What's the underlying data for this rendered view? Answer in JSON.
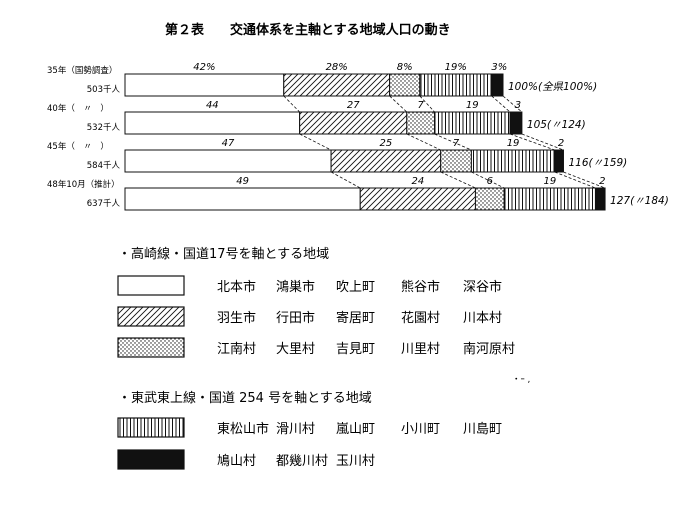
{
  "title": "第２表　　交通体系を主軸とする地域人口の動き",
  "rows": [
    {
      "year": "35年（国勢調査）",
      "pop": "503千人",
      "total_label": "100%(全県100%)",
      "value_labels": [
        "42%",
        "28%",
        "8%",
        "19%",
        "3%"
      ]
    },
    {
      "year": "40年（　〃　）",
      "pop": "532千人",
      "total_label": "105(〃124)",
      "value_labels": [
        "44",
        "27",
        "7",
        "19",
        "3"
      ]
    },
    {
      "year": "45年（　〃　）",
      "pop": "584千人",
      "total_label": "116(〃159)",
      "value_labels": [
        "47",
        "25",
        "7",
        "19",
        "2"
      ]
    },
    {
      "year": "48年10月（推計）",
      "pop": "637千人",
      "total_label": "127(〃184)",
      "value_labels": [
        "49",
        "24",
        "6",
        "19",
        "2"
      ]
    }
  ],
  "chart_data": {
    "type": "bar",
    "stacked": true,
    "orientation": "horizontal",
    "title": "第２表　　交通体系を主軸とする地域人口の動き",
    "categories": [
      "35年（国勢調査）503千人",
      "40年（〃）532千人",
      "45年（〃）584千人",
      "48年10月（推計）637千人"
    ],
    "population_thousands": [
      503,
      532,
      584,
      637
    ],
    "index_region": [
      100,
      105,
      116,
      127
    ],
    "index_prefecture": [
      100,
      124,
      159,
      184
    ],
    "series": [
      {
        "key": "white",
        "values": [
          42,
          44,
          47,
          49
        ]
      },
      {
        "key": "diagonal",
        "values": [
          28,
          27,
          25,
          24
        ]
      },
      {
        "key": "dots",
        "values": [
          8,
          7,
          7,
          6
        ]
      },
      {
        "key": "vertical",
        "values": [
          19,
          19,
          19,
          19
        ]
      },
      {
        "key": "black",
        "values": [
          3,
          3,
          2,
          2
        ]
      }
    ],
    "unit": "%"
  },
  "legend": {
    "group1_title": "・高崎線・国道17号を軸とする地域",
    "group2_title": "・東武東上線・国道 254 号を軸とする地域",
    "mark": "・ｰ ‚",
    "items": [
      {
        "pattern": "white",
        "cities": [
          "北本市",
          "鴻巣市",
          "吹上町",
          "熊谷市",
          "深谷市"
        ]
      },
      {
        "pattern": "diagonal",
        "cities": [
          "羽生市",
          "行田市",
          "寄居町",
          "花園村",
          "川本村"
        ]
      },
      {
        "pattern": "dots",
        "cities": [
          "江南村",
          "大里村",
          "吉見町",
          "川里村",
          "南河原村"
        ]
      },
      {
        "pattern": "vertical",
        "cities": [
          "東松山市",
          "滑川村",
          "嵐山町",
          "小川町",
          "川島町"
        ]
      },
      {
        "pattern": "black",
        "cities": [
          "鳩山村",
          "都幾川村",
          "玉川村"
        ]
      }
    ]
  },
  "colors": {
    "ink": "#111111",
    "paper": "#ffffff"
  }
}
